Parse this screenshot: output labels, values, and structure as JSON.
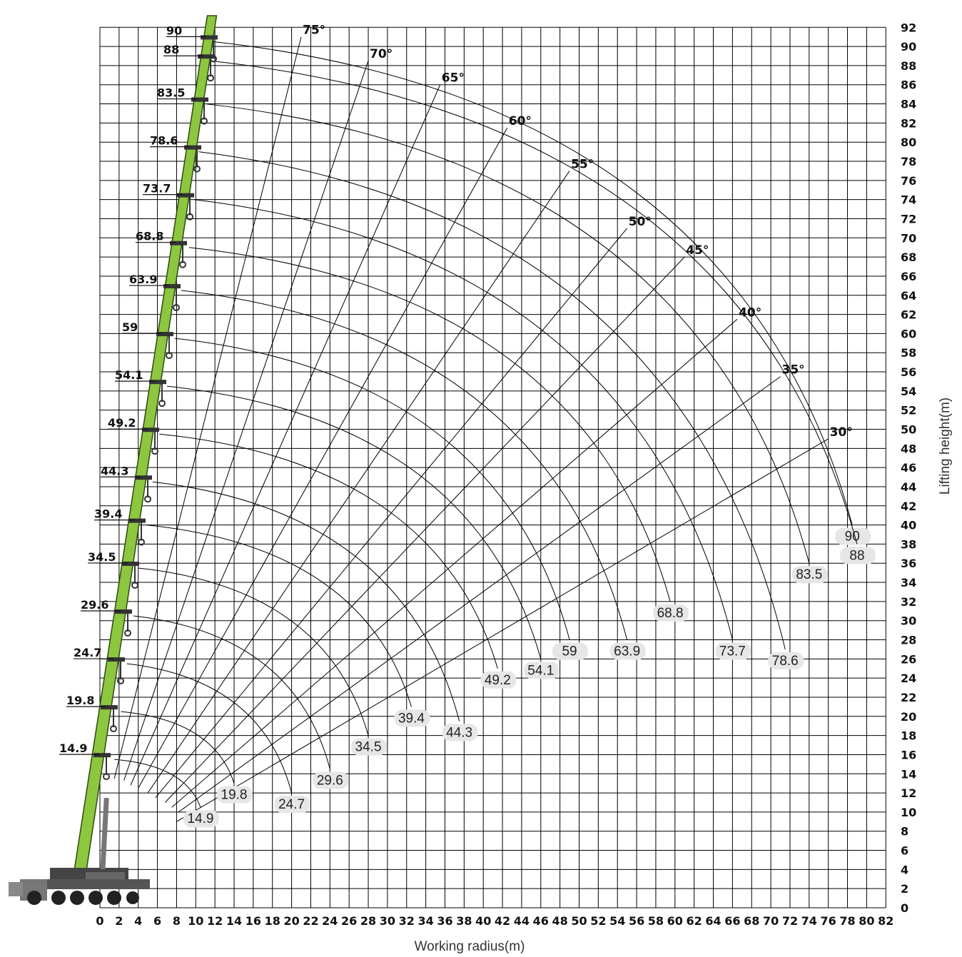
{
  "chart_data": {
    "type": "range-diagram",
    "xlabel": "Working radius(m)",
    "ylabel": "Lifting height(m)",
    "xlim": [
      0,
      82
    ],
    "ylim": [
      0,
      92
    ],
    "x_ticks": [
      0,
      2,
      4,
      6,
      8,
      10,
      12,
      14,
      16,
      18,
      20,
      22,
      24,
      26,
      28,
      30,
      32,
      34,
      36,
      38,
      40,
      42,
      44,
      46,
      48,
      50,
      52,
      54,
      56,
      58,
      60,
      62,
      64,
      66,
      68,
      70,
      72,
      74,
      76,
      78,
      80,
      82
    ],
    "y_ticks": [
      0,
      2,
      4,
      6,
      8,
      10,
      12,
      14,
      16,
      18,
      20,
      22,
      24,
      26,
      28,
      30,
      32,
      34,
      36,
      38,
      40,
      42,
      44,
      46,
      48,
      50,
      52,
      54,
      56,
      58,
      60,
      62,
      64,
      66,
      68,
      70,
      72,
      74,
      76,
      78,
      80,
      82,
      84,
      86,
      88,
      90,
      92
    ],
    "grid": true,
    "boom_lengths": [
      {
        "label": "90",
        "tip_x": 11.8,
        "tip_y": 90.5,
        "end_x": 78.5,
        "end_y": 40
      },
      {
        "label": "88",
        "tip_x": 11.5,
        "tip_y": 88.5,
        "end_x": 79.0,
        "end_y": 38
      },
      {
        "label": "83.5",
        "tip_x": 11.0,
        "tip_y": 84.0,
        "end_x": 74.0,
        "end_y": 36
      },
      {
        "label": "78.6",
        "tip_x": 10.3,
        "tip_y": 79.0,
        "end_x": 71.5,
        "end_y": 27
      },
      {
        "label": "73.7",
        "tip_x": 9.8,
        "tip_y": 74.0,
        "end_x": 66.0,
        "end_y": 28
      },
      {
        "label": "68.8",
        "tip_x": 9.3,
        "tip_y": 69.0,
        "end_x": 59.5,
        "end_y": 32
      },
      {
        "label": "63.9",
        "tip_x": 8.5,
        "tip_y": 64.5,
        "end_x": 55.0,
        "end_y": 28
      },
      {
        "label": "59",
        "tip_x": 7.8,
        "tip_y": 59.5,
        "end_x": 49.0,
        "end_y": 28
      },
      {
        "label": "54.1",
        "tip_x": 7.0,
        "tip_y": 54.5,
        "end_x": 46.0,
        "end_y": 26
      },
      {
        "label": "49.2",
        "tip_x": 6.2,
        "tip_y": 49.5,
        "end_x": 41.5,
        "end_y": 25
      },
      {
        "label": "44.3",
        "tip_x": 5.5,
        "tip_y": 44.5,
        "end_x": 37.5,
        "end_y": 19.5
      },
      {
        "label": "39.4",
        "tip_x": 4.8,
        "tip_y": 40.0,
        "end_x": 32.5,
        "end_y": 21
      },
      {
        "label": "34.5",
        "tip_x": 4.0,
        "tip_y": 35.5,
        "end_x": 28.0,
        "end_y": 18
      },
      {
        "label": "29.6",
        "tip_x": 3.5,
        "tip_y": 30.5,
        "end_x": 24.0,
        "end_y": 14.5
      },
      {
        "label": "24.7",
        "tip_x": 2.8,
        "tip_y": 25.5,
        "end_x": 20.0,
        "end_y": 12
      },
      {
        "label": "19.8",
        "tip_x": 2.2,
        "tip_y": 20.5,
        "end_x": 14.0,
        "end_y": 13
      },
      {
        "label": "14.9",
        "tip_x": 1.5,
        "tip_y": 15.5,
        "end_x": 10.5,
        "end_y": 10.5
      }
    ],
    "boom_angles": [
      {
        "label": "75°",
        "end_x": 21.0,
        "end_y": 91.0
      },
      {
        "label": "70°",
        "end_x": 28.0,
        "end_y": 88.5
      },
      {
        "label": "65°",
        "end_x": 35.5,
        "end_y": 86.0
      },
      {
        "label": "60°",
        "end_x": 42.5,
        "end_y": 81.5
      },
      {
        "label": "55°",
        "end_x": 49.0,
        "end_y": 77.0
      },
      {
        "label": "50°",
        "end_x": 55.0,
        "end_y": 71.0
      },
      {
        "label": "45°",
        "end_x": 61.0,
        "end_y": 68.0
      },
      {
        "label": "40°",
        "end_x": 66.5,
        "end_y": 61.5
      },
      {
        "label": "35°",
        "end_x": 71.0,
        "end_y": 55.5
      },
      {
        "label": "30°",
        "end_x": 76.0,
        "end_y": 49.0
      }
    ],
    "angle_origins": [
      {
        "x": 1.5,
        "y": 13.5
      },
      {
        "x": 2.5,
        "y": 13.3
      },
      {
        "x": 3.2,
        "y": 12.8
      },
      {
        "x": 4.0,
        "y": 12.5
      },
      {
        "x": 5.0,
        "y": 12.0
      },
      {
        "x": 5.8,
        "y": 11.5
      },
      {
        "x": 6.8,
        "y": 11.0
      },
      {
        "x": 7.5,
        "y": 10.5
      },
      {
        "x": 8.2,
        "y": 10.0
      },
      {
        "x": 8.0,
        "y": 9.0
      }
    ]
  },
  "colors": {
    "boom": "#8dc63f",
    "boom_edge": "#2d4a12",
    "grid": "#000000",
    "label_bg": "#e6e6e6"
  },
  "icons": {
    "crane": "mobile-crane-icon"
  }
}
